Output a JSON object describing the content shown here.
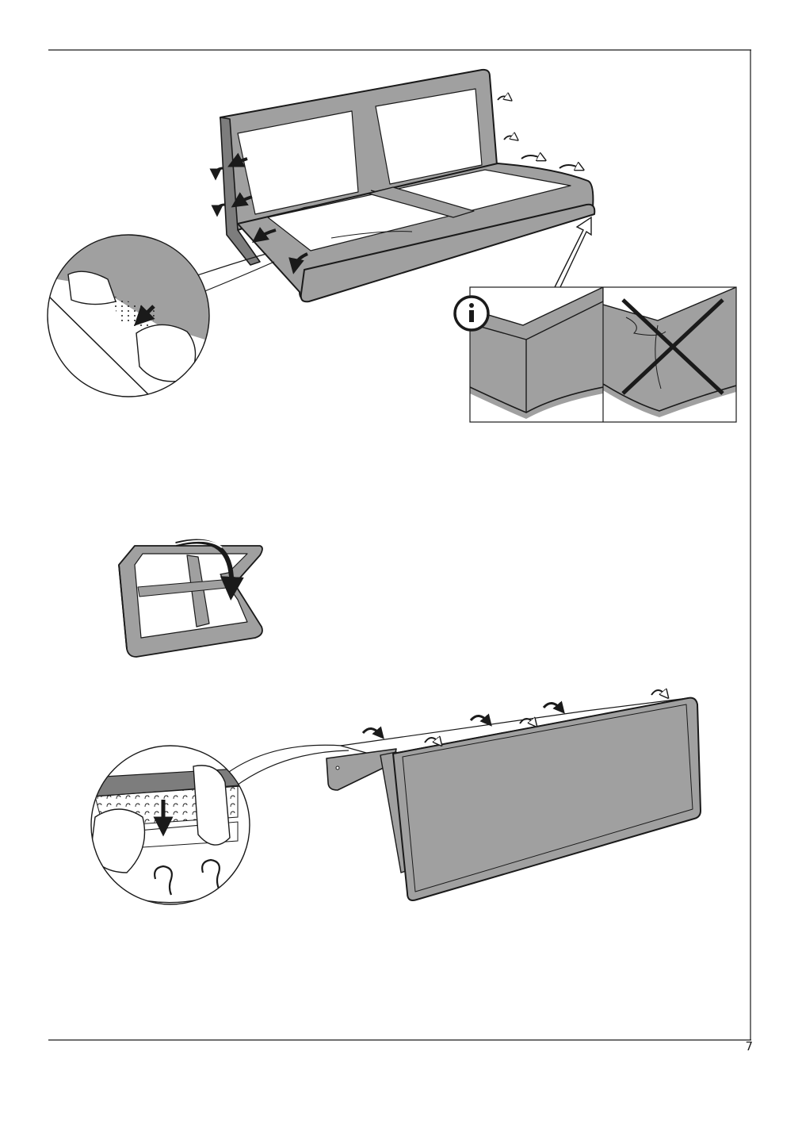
{
  "page": {
    "number": "7"
  },
  "colors": {
    "fabric": "#a0a0a0",
    "fabric_dark": "#7d7d7d",
    "line": "#1a1a1a",
    "background": "#ffffff"
  },
  "illustrations": [
    {
      "name": "step-1-frame-with-cover",
      "icons": [
        "curved-arrow-icon",
        "fold-arrow-icon"
      ]
    },
    {
      "name": "detail-circle-tuck-fabric",
      "icons": [
        "down-arrow-icon"
      ]
    },
    {
      "name": "info-panel-correct-corner",
      "icons": [
        "info-icon"
      ]
    },
    {
      "name": "info-panel-incorrect-corner",
      "icons": [
        "cross-mark-icon"
      ]
    },
    {
      "name": "step-2-flip-frame",
      "icons": [
        "rotate-arrow-icon"
      ]
    },
    {
      "name": "step-3-backrest-cover",
      "icons": [
        "curved-arrow-icon"
      ]
    },
    {
      "name": "detail-circle-velcro-hooks",
      "icons": [
        "down-arrow-icon"
      ]
    }
  ]
}
